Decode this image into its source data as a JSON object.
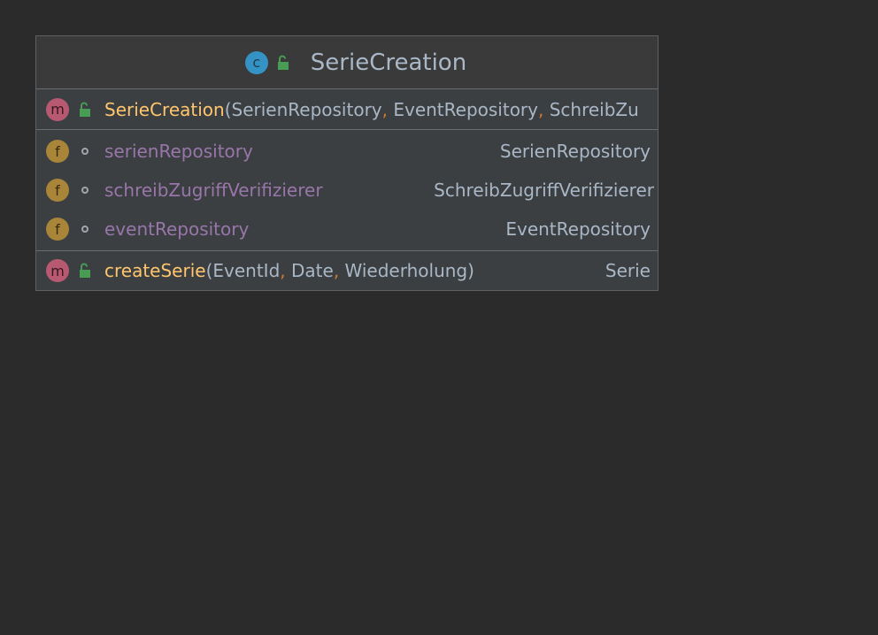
{
  "class": {
    "name": "SerieCreation",
    "kind_badge": "c"
  },
  "constructor": {
    "badge": "m",
    "name": "SerieCreation",
    "open": "(",
    "params": [
      "SerienRepository",
      "EventRepository",
      "SchreibZu"
    ],
    "sep": ","
  },
  "fields": [
    {
      "badge": "f",
      "name": "serienRepository",
      "type": "SerienRepository"
    },
    {
      "badge": "f",
      "name": "schreibZugriffVerifizierer",
      "type": "SchreibZugriffVerifizierer"
    },
    {
      "badge": "f",
      "name": "eventRepository",
      "type": "EventRepository"
    }
  ],
  "methods": [
    {
      "badge": "m",
      "name": "createSerie",
      "open": "(",
      "params": [
        "EventId",
        "Date",
        "Wiederholung"
      ],
      "sep": ",",
      "close": ")",
      "return_type": "Serie"
    }
  ],
  "colors": {
    "background": "#2b2b2b",
    "class_badge": "#3592c4",
    "method_badge": "#b75a71",
    "field_badge": "#a9853a",
    "method_name": "#ffc66d",
    "field_name": "#9876aa",
    "text": "#a9b7c6",
    "comma": "#cc7832",
    "public_lock": "#499c54"
  }
}
